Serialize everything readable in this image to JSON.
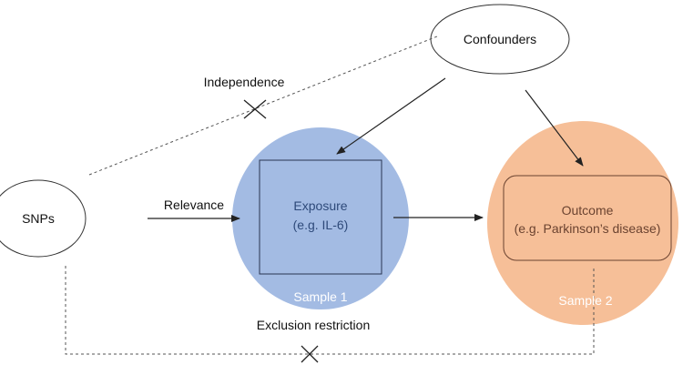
{
  "nodes": {
    "confounders": "Confounders",
    "snps": "SNPs",
    "exposure_line1": "Exposure",
    "exposure_line2": "(e.g. IL-6)",
    "outcome_line1": "Outcome",
    "outcome_line2": "(e.g. Parkinson’s disease)",
    "sample1": "Sample 1",
    "sample2": "Sample 2"
  },
  "edges": {
    "independence": "Independence",
    "relevance": "Relevance",
    "exclusion": "Exclusion restriction"
  },
  "colors": {
    "sample1_fill": "#a3bbe3",
    "sample2_fill": "#f6bf98",
    "exposure_text": "#2e4a7a",
    "outcome_text": "#6b4330",
    "sample_label": "#ffffff",
    "line": "#222222",
    "dashed_line": "#555555"
  }
}
